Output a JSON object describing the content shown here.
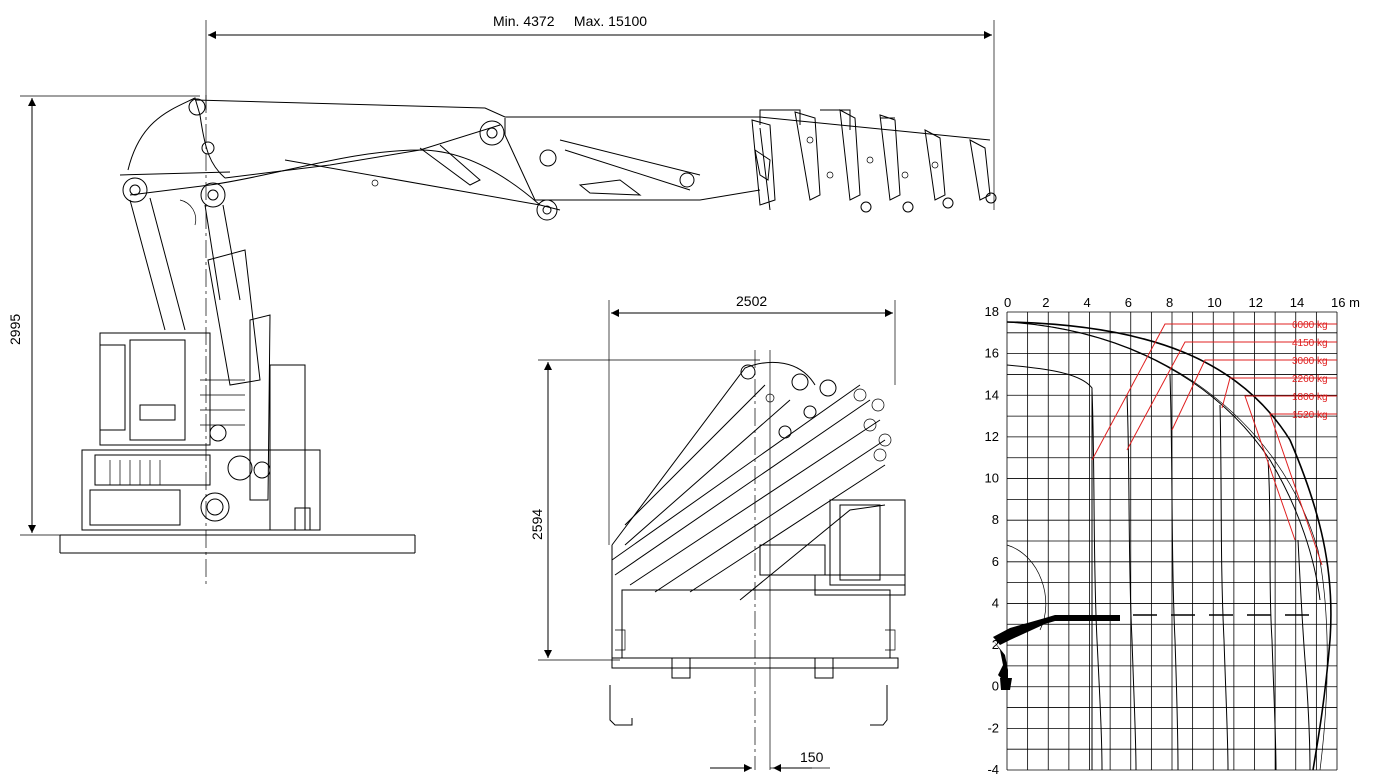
{
  "dimensions": {
    "reach_label": "Min. 4372     Max. 15100",
    "height_label": "2995",
    "width_label": "2502",
    "folded_height_label": "2594",
    "offset_label": "150"
  },
  "chart_data": {
    "type": "load-chart",
    "x_ticks": [
      "0",
      "2",
      "4",
      "6",
      "8",
      "10",
      "12",
      "14",
      "16 m"
    ],
    "y_ticks": [
      "18",
      "16",
      "14",
      "12",
      "10",
      "8",
      "6",
      "4",
      "2",
      "0",
      "-2",
      "-4"
    ],
    "xlim": [
      0,
      16
    ],
    "ylim": [
      -4,
      18
    ],
    "loads": [
      {
        "label": "6000 kg",
        "reach": 4.0
      },
      {
        "label": "4150 kg",
        "reach": 5.9
      },
      {
        "label": "3000 kg",
        "reach": 8.0
      },
      {
        "label": "2260 kg",
        "reach": 10.2
      },
      {
        "label": "1800 kg",
        "reach": 12.3
      },
      {
        "label": "1520 kg",
        "reach": 14.6
      }
    ]
  }
}
